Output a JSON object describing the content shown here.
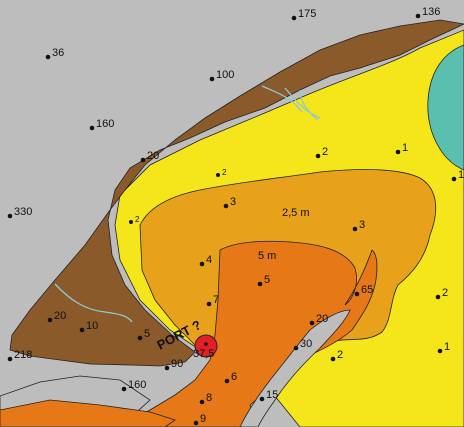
{
  "colors": {
    "background": "#ffffff",
    "sea_deep": "#bdbdbd",
    "coast_land": "#8b5a2b",
    "shallow_yellow": "#f5e51b",
    "zone_2_5": "#e8a11a",
    "zone_5": "#e67817",
    "lagoon": "#5bbfb0",
    "river": "#8ec9d4",
    "port_marker": "#e31f26"
  },
  "contours": [
    {
      "id": "contour-2-5",
      "label": "2,5 m"
    },
    {
      "id": "contour-5",
      "label": "5 m"
    }
  ],
  "port": {
    "label": "PORT ?",
    "depth": "37,5"
  },
  "soundings": [
    {
      "id": "s175",
      "text": "175"
    },
    {
      "id": "s136",
      "text": "136"
    },
    {
      "id": "s36",
      "text": "36"
    },
    {
      "id": "s100",
      "text": "100"
    },
    {
      "id": "s160a",
      "text": "160"
    },
    {
      "id": "s20a",
      "text": "20"
    },
    {
      "id": "s2a",
      "text": "2"
    },
    {
      "id": "s1a",
      "text": "1"
    },
    {
      "id": "s1b",
      "text": "1"
    },
    {
      "id": "s2small1",
      "text": "2"
    },
    {
      "id": "s330",
      "text": "330"
    },
    {
      "id": "s3a",
      "text": "3"
    },
    {
      "id": "s2small2",
      "text": "2"
    },
    {
      "id": "s3b",
      "text": "3"
    },
    {
      "id": "s4",
      "text": "4"
    },
    {
      "id": "s5a",
      "text": "5"
    },
    {
      "id": "s65",
      "text": "65"
    },
    {
      "id": "s2b",
      "text": "2"
    },
    {
      "id": "s7",
      "text": "7"
    },
    {
      "id": "s20b",
      "text": "20"
    },
    {
      "id": "s10",
      "text": "10"
    },
    {
      "id": "s5b",
      "text": "5"
    },
    {
      "id": "s20c",
      "text": "20"
    },
    {
      "id": "s218",
      "text": "218"
    },
    {
      "id": "s90",
      "text": "90"
    },
    {
      "id": "s30",
      "text": "30"
    },
    {
      "id": "s2c",
      "text": "2"
    },
    {
      "id": "s1c",
      "text": "1"
    },
    {
      "id": "s6",
      "text": "6"
    },
    {
      "id": "s160b",
      "text": "160"
    },
    {
      "id": "s8",
      "text": "8"
    },
    {
      "id": "s15",
      "text": "15"
    },
    {
      "id": "s9",
      "text": "9"
    }
  ]
}
